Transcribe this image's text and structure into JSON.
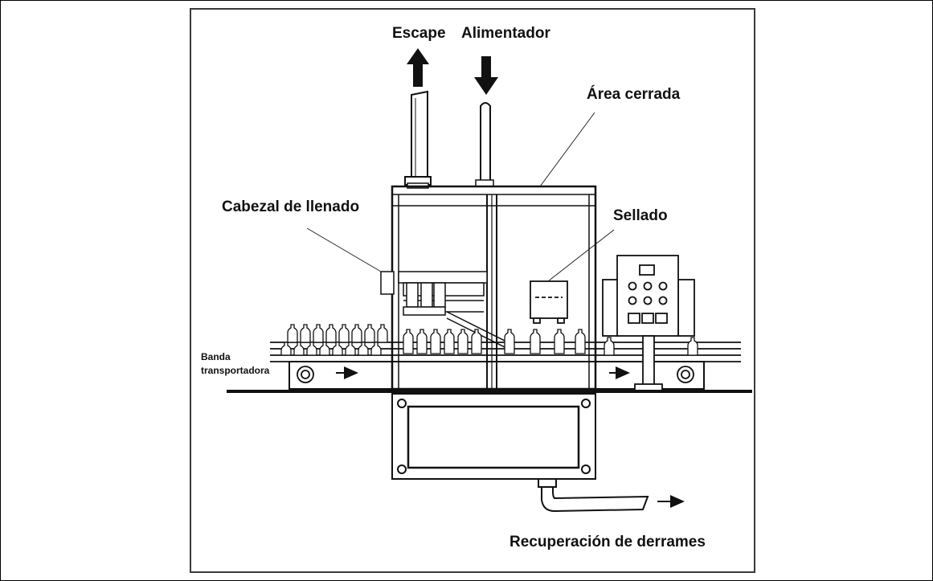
{
  "diagram": {
    "labels": {
      "exhaust": "Escape",
      "feeder": "Alimentador",
      "enclosed_area": "Área cerrada",
      "filling_head": "Cabezal de llenado",
      "sealing": "Sellado",
      "conveyor_line1": "Banda",
      "conveyor_line2": "transportadora",
      "spill_recovery": "Recuperación de derrames"
    },
    "colors": {
      "line": "#1a1a1a",
      "background": "#ffffff"
    }
  }
}
